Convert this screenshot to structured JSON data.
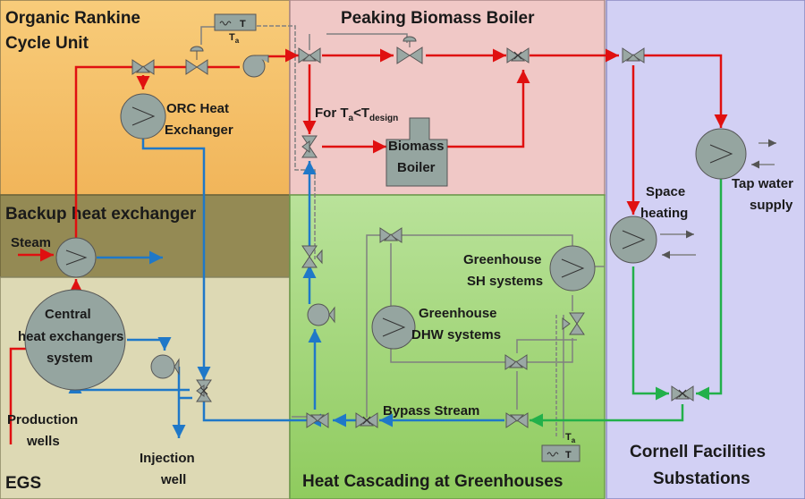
{
  "zones": {
    "orc": {
      "title_line1": "Organic Rankine",
      "title_line2": "Cycle Unit"
    },
    "backup": {
      "title": "Backup heat exchanger"
    },
    "egs": {
      "title": "EGS"
    },
    "peaking": {
      "title": "Peaking Biomass Boiler"
    },
    "greenhouse": {
      "title": "Heat Cascading at Greenhouses"
    },
    "cornell": {
      "title_line1": "Cornell Facilities",
      "title_line2": "Substations"
    }
  },
  "labels": {
    "orc_hx_line1": "ORC Heat",
    "orc_hx_line2": "Exchanger",
    "steam": "Steam",
    "central_hx_line1": "Central",
    "central_hx_line2": "heat exchangers",
    "central_hx_line3": "system",
    "production_line1": "Production",
    "production_line2": "wells",
    "injection_line1": "Injection",
    "injection_line2": "well",
    "condition_main": "For T",
    "condition_a": "a",
    "condition_lt": "<T",
    "condition_design": "design",
    "biomass_line1": "Biomass",
    "biomass_line2": "Boiler",
    "gh_sh_line1": "Greenhouse",
    "gh_sh_line2": "SH systems",
    "gh_dhw_line1": "Greenhouse",
    "gh_dhw_line2": "DHW systems",
    "bypass": "Bypass Stream",
    "space_line1": "Space",
    "space_line2": "heating",
    "tap_line1": "Tap water",
    "tap_line2": "supply",
    "sensor_T": "T",
    "sensor_a": "a"
  },
  "colors": {
    "orc_bg": "#f6c56e",
    "backup_bg": "#948a54",
    "egs_bg": "#ddd9b4",
    "peaking_bg": "#f0c8c6",
    "greenhouse_bg": "#a8d87e",
    "cornell_bg": "#d2d0f4",
    "hot_stream": "#e01010",
    "cool_stream": "#1f78c8",
    "cold_stream": "#22b04a",
    "control_line": "#808080",
    "equipment": "#95a5a0"
  }
}
